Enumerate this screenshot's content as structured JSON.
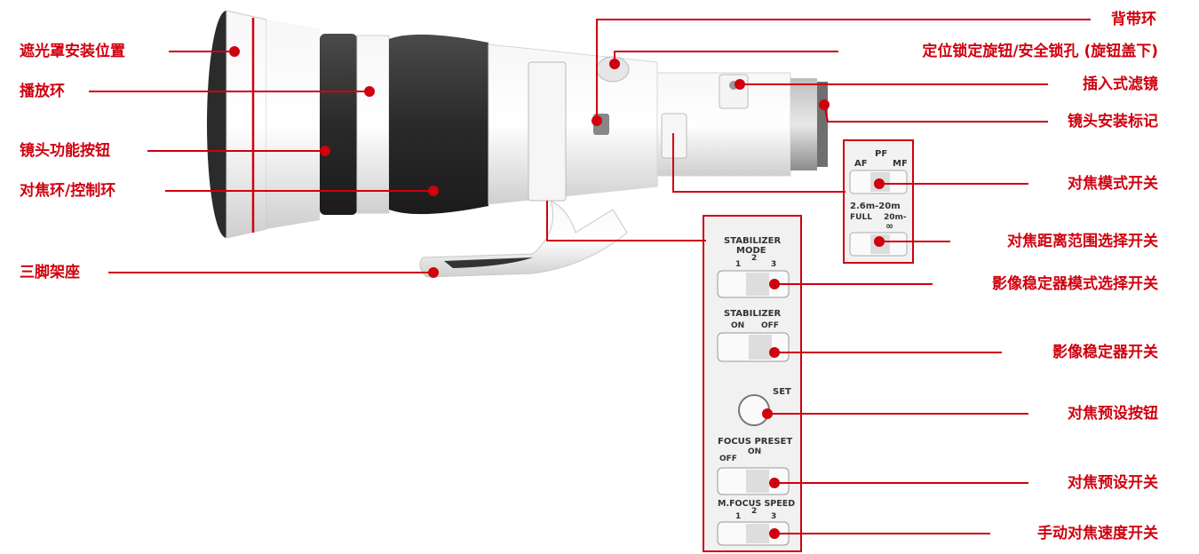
{
  "labels": {
    "left": [
      "遮光罩安装位置",
      "播放环",
      "镜头功能按钮",
      "对焦环/控制环",
      "三脚架座"
    ],
    "right": [
      "背带环",
      "定位锁定旋钮/安全锁孔 (旋钮盖下)",
      "插入式滤镜",
      "镜头安装标记",
      "对焦模式开关",
      "对焦距离范围选择开关",
      "影像稳定器模式选择开关",
      "影像稳定器开关",
      "对焦预设按钮",
      "对焦预设开关",
      "手动对焦速度开关"
    ]
  },
  "focus_panel": {
    "af": "AF",
    "pf": "PF",
    "mf": "MF",
    "range_a": "2.6m-20m",
    "range_full": "FULL",
    "range_b": "20m-",
    "infinity": "∞"
  },
  "switch_panel": {
    "stab_mode_title_1": "STABILIZER",
    "stab_mode_title_2": "MODE",
    "mode_1": "1",
    "mode_2": "2",
    "mode_3": "3",
    "stab_title": "STABILIZER",
    "stab_on": "ON",
    "stab_off": "OFF",
    "set": "SET",
    "preset_title": "FOCUS PRESET",
    "preset_on": "ON",
    "preset_off": "OFF",
    "mf_speed_title": "M.FOCUS SPEED",
    "speed_1": "1",
    "speed_2": "2",
    "speed_3": "3"
  },
  "colors": {
    "accent": "#d0000f",
    "lens_body": "#eeeeee",
    "rubber": "#3a3a3a"
  }
}
